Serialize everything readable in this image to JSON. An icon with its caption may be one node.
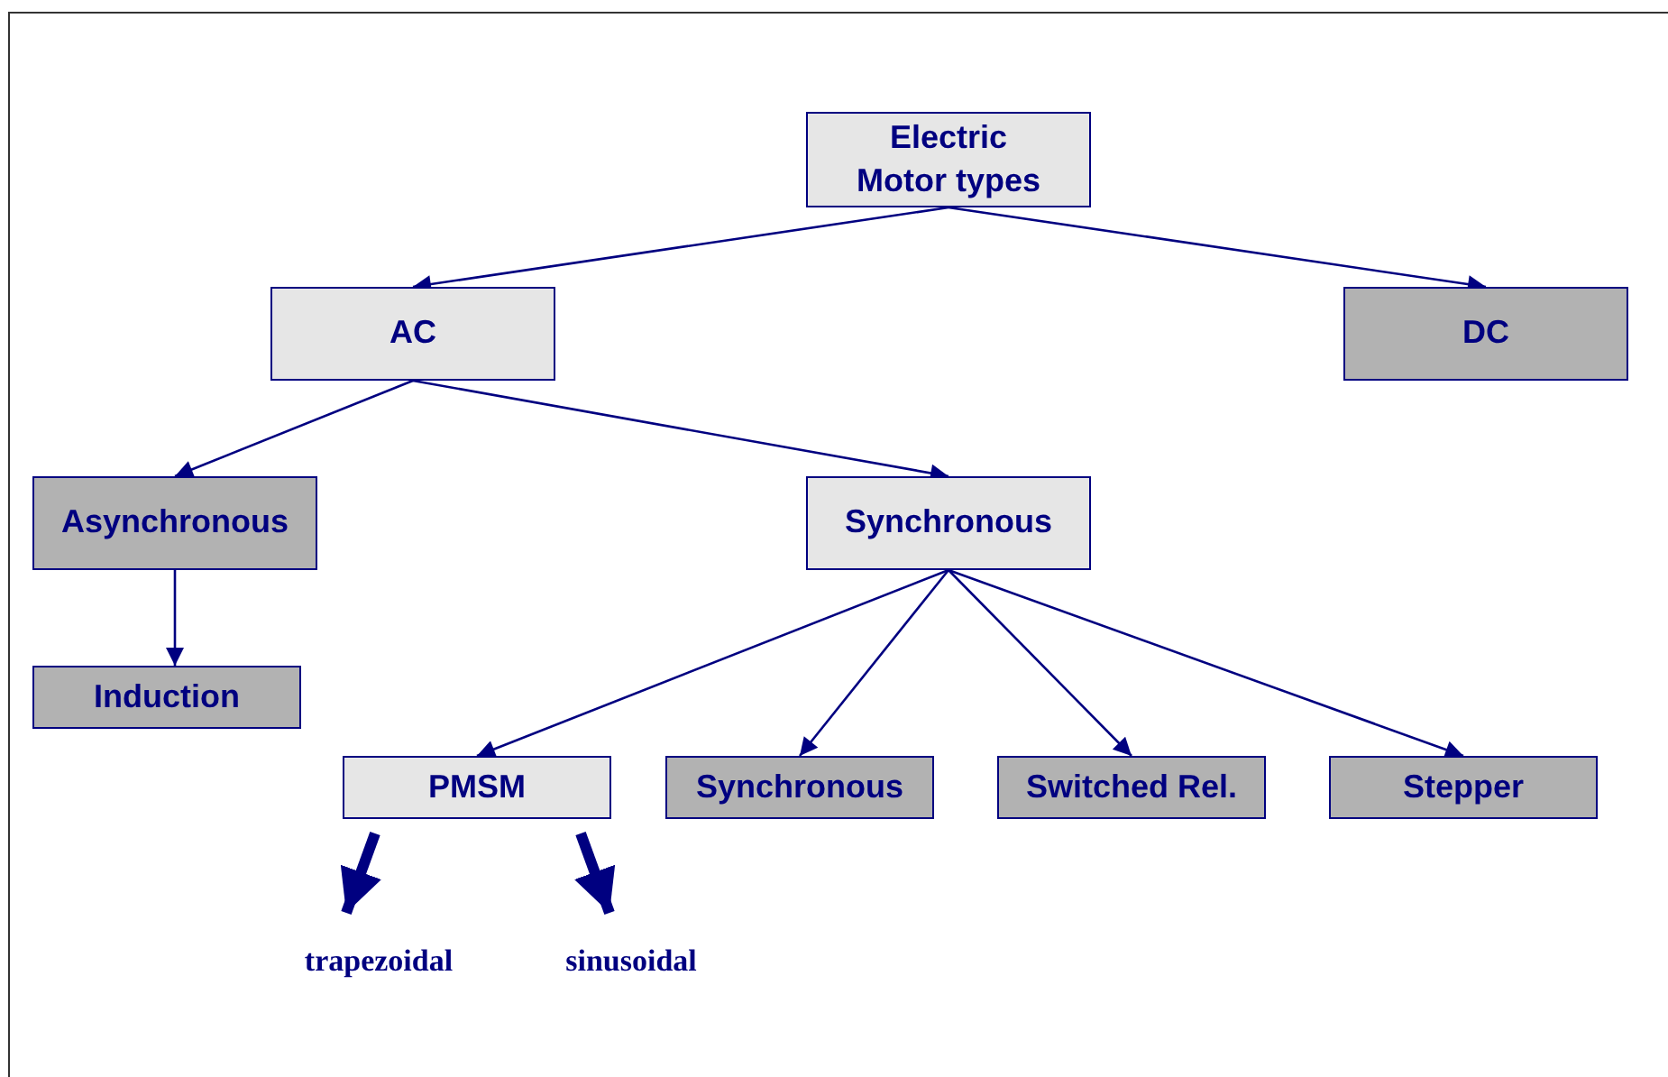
{
  "diagram": {
    "nodes": [
      {
        "text": [
          "Electric Motor types"
        ]
      },
      {
        "text": [
          "AC"
        ]
      },
      {
        "text": [
          "DC"
        ]
      },
      {
        "text": [
          "Asynchronous"
        ]
      },
      {
        "text": [
          "Synchronous"
        ]
      },
      {
        "text": [
          "Induction"
        ]
      },
      {
        "text": [
          "PMSM"
        ]
      },
      {
        "text": [
          "Synchronous"
        ]
      },
      {
        "text": [
          "Switched Rel."
        ]
      },
      {
        "text": [
          "Stepper"
        ]
      },
      {
        "text": [
          "trapezoidal"
        ]
      },
      {
        "text": [
          "sinusoidal"
        ]
      }
    ],
    "edges": [
      {
        "from": 0,
        "to": 1,
        "arrow": "to"
      },
      {
        "from": 0,
        "to": 2,
        "arrow": "to"
      },
      {
        "from": 1,
        "to": 3,
        "arrow": "to"
      },
      {
        "from": 1,
        "to": 4,
        "arrow": "to"
      },
      {
        "from": 3,
        "to": 5,
        "arrow": "to"
      },
      {
        "from": 4,
        "to": 6,
        "arrow": "to"
      },
      {
        "from": 4,
        "to": 7,
        "arrow": "to"
      },
      {
        "from": 4,
        "to": 8,
        "arrow": "to"
      },
      {
        "from": 4,
        "to": 9,
        "arrow": "to"
      },
      {
        "from": 6,
        "to": 10,
        "arrow": "to",
        "style": "thick"
      },
      {
        "from": 6,
        "to": 11,
        "arrow": "to",
        "style": "thick"
      }
    ]
  }
}
